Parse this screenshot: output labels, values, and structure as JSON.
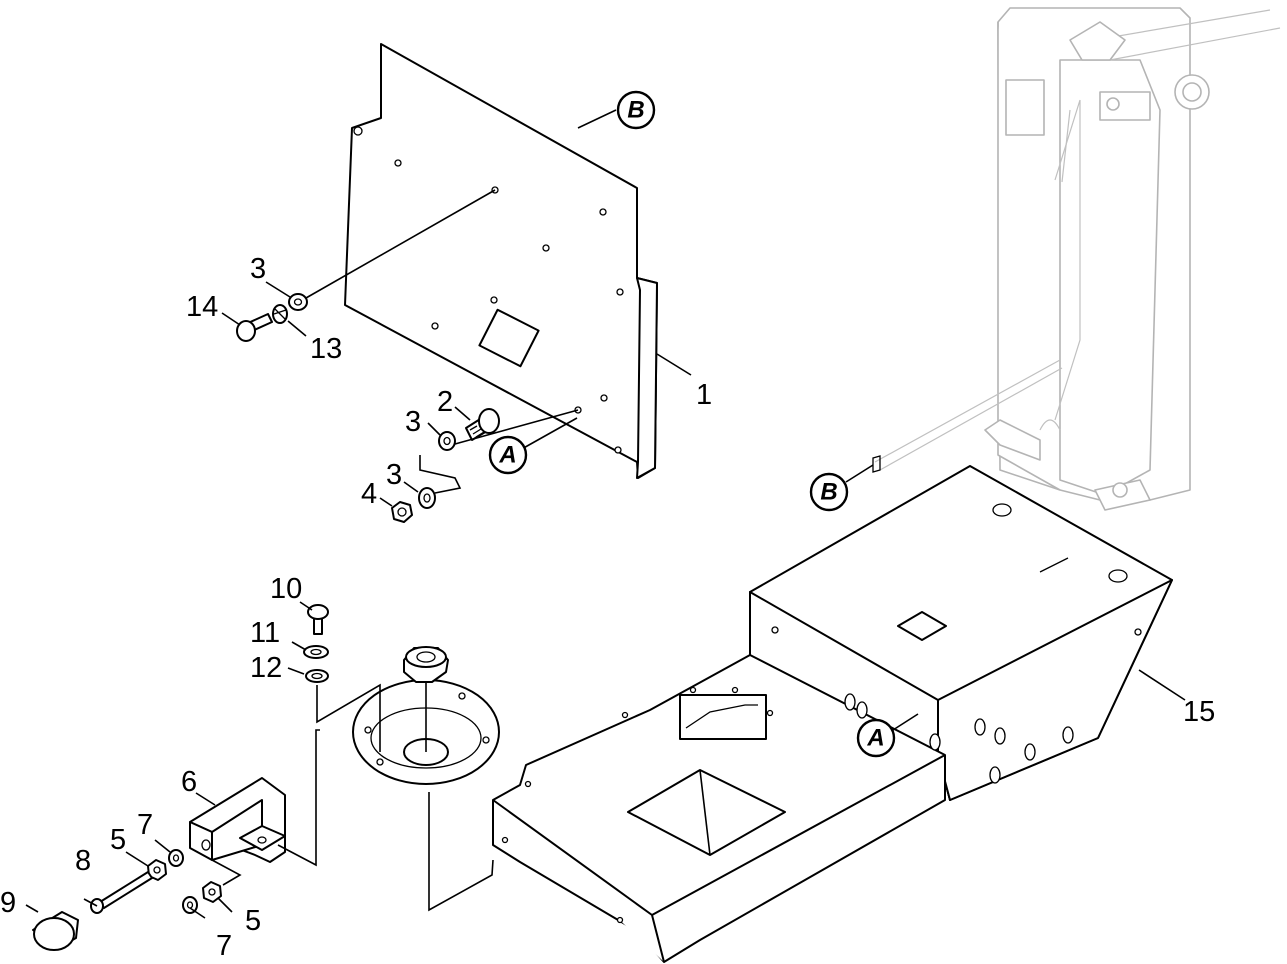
{
  "callouts": {
    "n1": "1",
    "n2": "2",
    "n3a": "3",
    "n3b": "3",
    "n3c": "3",
    "n4": "4",
    "n5a": "5",
    "n5b": "5",
    "n6": "6",
    "n7a": "7",
    "n7b": "7",
    "n8": "8",
    "n9": "9",
    "n10": "10",
    "n11": "11",
    "n12": "12",
    "n13": "13",
    "n14": "14",
    "n15": "15"
  },
  "references": {
    "a1": "A",
    "a2": "A",
    "b1": "B",
    "b2": "B"
  }
}
